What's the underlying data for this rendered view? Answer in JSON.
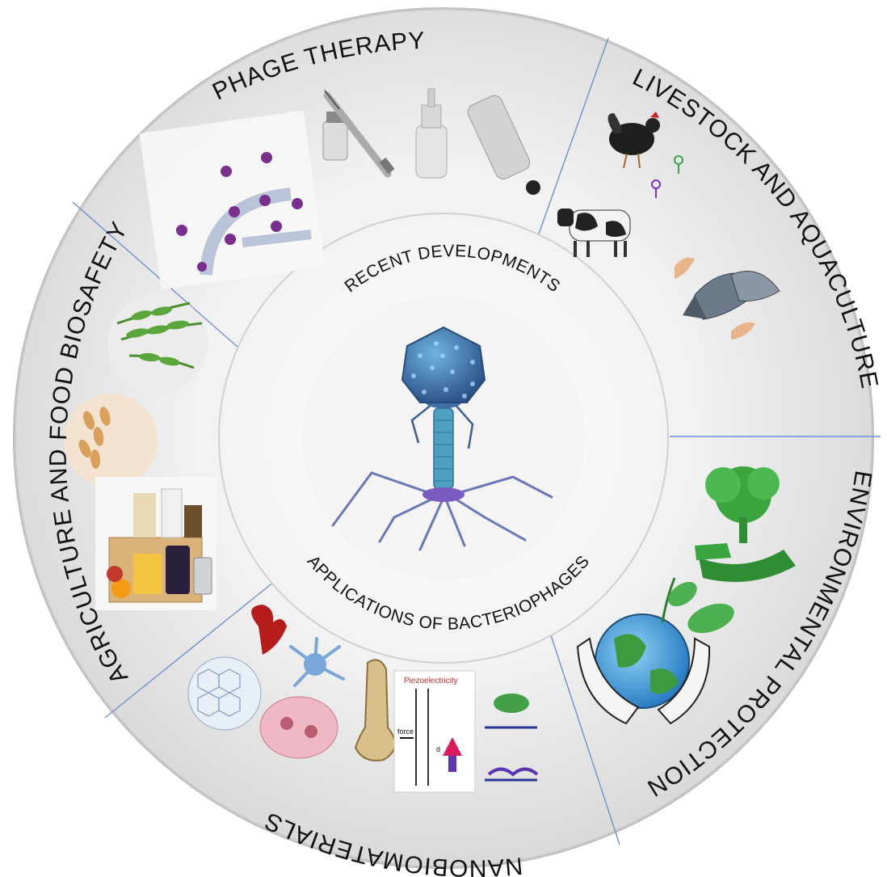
{
  "center": {
    "top_text": "RECENT DEVELOPMENTS",
    "bottom_text": "APPLICATIONS OF BACTERIOPHAGES"
  },
  "sectors": [
    {
      "id": "phage-therapy",
      "label": "PHAGE THERAPY"
    },
    {
      "id": "livestock",
      "label": "LIVESTOCK AND AQUACULTURE"
    },
    {
      "id": "environmental",
      "label": "ENVIRONMENTAL PROTECTION"
    },
    {
      "id": "nanobiomaterials",
      "label": "NANOBIOMATERIALS"
    },
    {
      "id": "agriculture",
      "label": "AGRICULTURE AND FOOD BIOSAFETY"
    }
  ],
  "annotations": {
    "piezo_title": "Piezoelectricity",
    "force": "force",
    "d_label": "d"
  },
  "colors": {
    "ring": "#e4e4e4",
    "divider": "#6f8fcf",
    "phage_head": "#3e6ea3",
    "phage_tail": "#4f9fc0",
    "phage_legs": "#6a78b8",
    "phage_collar": "#7b5bc2"
  }
}
